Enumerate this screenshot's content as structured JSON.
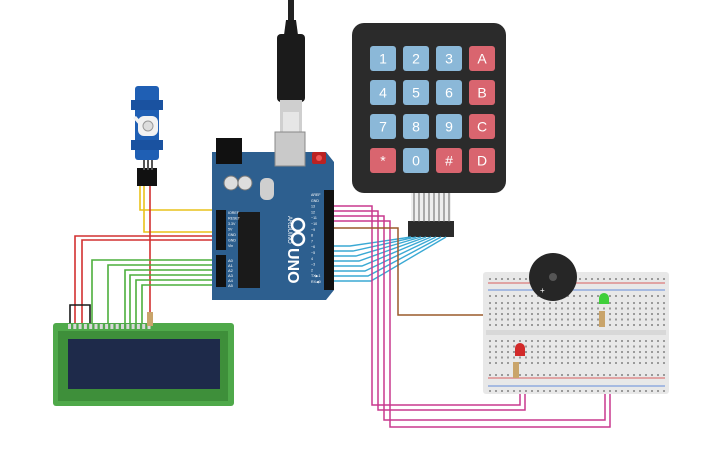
{
  "arduino": {
    "model": "UNO",
    "brand_text": "ARDUINO",
    "header_labels": [
      "IOREF",
      "RESET",
      "3.3V",
      "5V",
      "GND",
      "GND",
      "Vin"
    ],
    "analog_labels": [
      "A0",
      "A1",
      "A2",
      "A3",
      "A4",
      "A5"
    ],
    "digital_labels": [
      "AREF",
      "GND",
      "13",
      "12",
      "~11",
      "~10",
      "~9",
      "8",
      "7",
      "~6",
      "~5",
      "4",
      "~3",
      "2",
      "TX▶1",
      "RX◀0"
    ]
  },
  "keypad": {
    "rows": [
      [
        "1",
        "2",
        "3",
        "A"
      ],
      [
        "4",
        "5",
        "6",
        "B"
      ],
      [
        "7",
        "8",
        "9",
        "C"
      ],
      [
        "*",
        "0",
        "#",
        "D"
      ]
    ]
  },
  "colors": {
    "board": "#2d5f8f",
    "keypad_body": "#2b2b2b",
    "key_blue": "#8bb8d8",
    "key_red": "#d9656f",
    "lcd_pcb": "#4fa94a",
    "lcd_screen": "#1e2a4a",
    "breadboard": "#e8e8e8",
    "wire_red": "#d23030",
    "wire_green": "#4caf3c",
    "wire_yellow": "#e9c21a",
    "wire_cyan": "#3aa9d4",
    "wire_magenta": "#c8388e",
    "wire_brown": "#9a5a2a",
    "wire_black": "#1a1a1a",
    "led_green": "#3fcf3a",
    "led_red": "#d22a2a",
    "buzzer": "#262626",
    "servo_body": "#1f5fb4"
  },
  "icons": {
    "usb_cable": "usb-plug-icon",
    "reset_button": "reset-button-icon"
  }
}
